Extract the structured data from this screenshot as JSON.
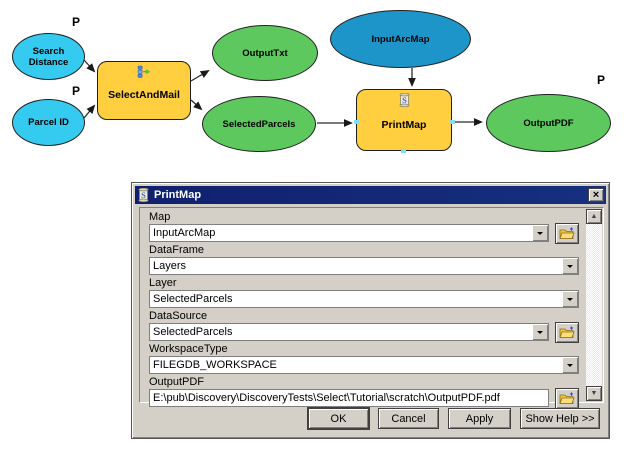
{
  "diagram": {
    "parameter_label": "P",
    "nodes": {
      "search_distance": "Search Distance",
      "parcel_id": "Parcel ID",
      "select_and_mail": "SelectAndMail",
      "output_txt": "OutputTxt",
      "selected_parcels": "SelectedParcels",
      "input_arc_map": "InputArcMap",
      "print_map": "PrintMap",
      "output_pdf": "OutputPDF"
    },
    "colors": {
      "parameter_fill": "#35CBF0",
      "input_fill": "#1E95C8",
      "output_fill": "#5CC85E",
      "tool_fill": "#FFCF3F"
    }
  },
  "dialog": {
    "title": "PrintMap",
    "close": "×",
    "scroll_up": "▲",
    "scroll_down": "▼",
    "fields": [
      {
        "label": "Map",
        "value": "InputArcMap"
      },
      {
        "label": "DataFrame",
        "value": "Layers"
      },
      {
        "label": "Layer",
        "value": "SelectedParcels"
      },
      {
        "label": "DataSource",
        "value": "SelectedParcels"
      },
      {
        "label": "WorkspaceType",
        "value": "FILEGDB_WORKSPACE"
      },
      {
        "label": "OutputPDF",
        "value": "E:\\pub\\Discovery\\DiscoveryTests\\Select\\Tutorial\\scratch\\OutputPDF.pdf"
      }
    ],
    "buttons": {
      "ok": "OK",
      "cancel": "Cancel",
      "apply": "Apply",
      "help": "Show Help >>"
    }
  }
}
